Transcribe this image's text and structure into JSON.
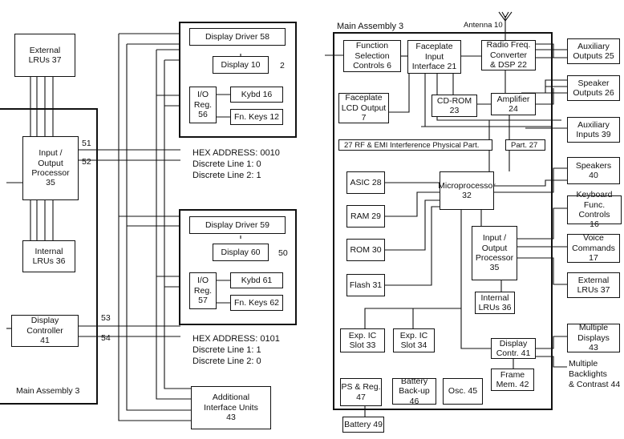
{
  "left": {
    "external_lrus": "External\nLRUs 37",
    "io_processor": "Input /\nOutput\nProcessor\n35",
    "internal_lrus": "Internal\nLRUs 36",
    "display_controller": "Display\nController\n41",
    "main_assembly": "Main Assembly 3",
    "line51": "51",
    "line52": "52",
    "line53": "53",
    "line54": "54"
  },
  "panel_a": {
    "display_driver": "Display Driver 58",
    "display": "Display 10",
    "ref": "2",
    "io_reg": "I/O Reg.\n56",
    "kybd": "Kybd 16",
    "fn_keys": "Fn. Keys 12",
    "hex": "HEX ADDRESS: 0010\nDiscrete Line 1: 0\nDiscrete Line 2: 1"
  },
  "panel_b": {
    "display_driver": "Display Driver 59",
    "display": "Display 60",
    "ref": "50",
    "io_reg": "I/O Reg.\n57",
    "kybd": "Kybd 61",
    "fn_keys": "Fn. Keys 62",
    "hex": "HEX ADDRESS: 0101\nDiscrete Line 1: 1\nDiscrete Line 2: 0"
  },
  "additional_units": "Additional\nInterface Units\n43",
  "right": {
    "title": "Main Assembly 3",
    "antenna": "Antenna 10",
    "function_controls": "Function\nSelection\nControls 6",
    "faceplate_interface": "Faceplate\nInput\nInterface 21",
    "radio_converter": "Radio Freq.\nConverter\n& DSP 22",
    "lcd_output": "Faceplate\nLCD Output\n7",
    "cdrom": "CD-ROM\n23",
    "amplifier": "Amplifier\n24",
    "rf_strip": "27  RF & EMI Interference Physical Part.",
    "part_strip": "Part. 27",
    "asic": "ASIC 28",
    "microprocessor": "Microprocessor\n32",
    "ram": "RAM 29",
    "rom": "ROM 30",
    "io_processor": "Input /\nOutput\nProcessor\n35",
    "flash": "Flash 31",
    "internal_lrus": "Internal\nLRUs 36",
    "exp_slot33": "Exp. IC\nSlot 33",
    "exp_slot34": "Exp. IC\nSlot 34",
    "display_contr": "Display\nContr. 41",
    "frame_mem": "Frame\nMem. 42",
    "ps_reg": "PS & Reg.\n47",
    "battery_backup": "Battery\nBack-up 46",
    "osc": "Osc. 45",
    "battery": "Battery 49"
  },
  "external": {
    "aux_outputs": "Auxiliary\nOutputs 25",
    "speaker_outputs": "Speaker\nOutputs 26",
    "aux_inputs": "Auxiliary\nInputs 39",
    "speakers": "Speakers\n40",
    "keyboard_controls": "Keyboard\nFunc. Controls\n16",
    "voice_commands": "Voice\nCommands\n17",
    "external_lrus": "External\nLRUs 37",
    "multiple_displays": "Multiple\nDisplays\n43",
    "multiple_backlights": "Multiple\nBacklights\n& Contrast 44"
  }
}
